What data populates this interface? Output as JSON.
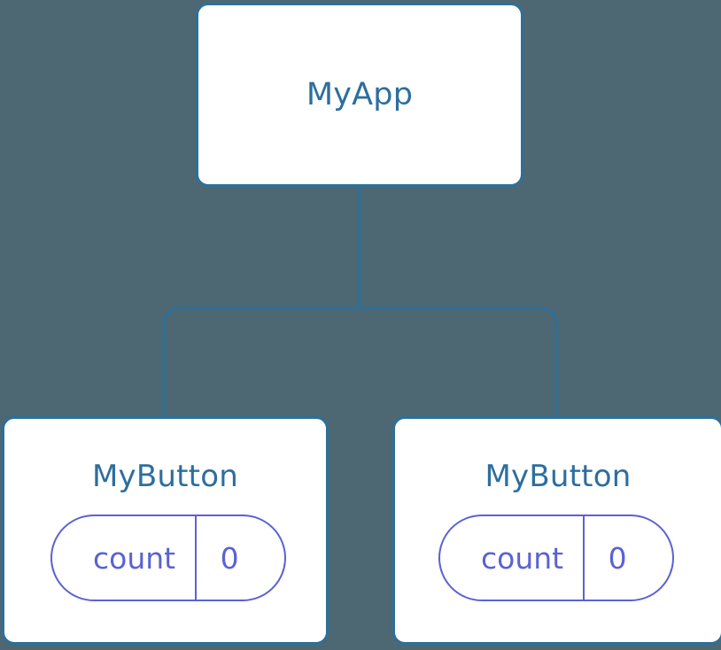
{
  "diagram": {
    "type": "component-tree",
    "background_color": "#4d6773",
    "node_border_color": "#2d7098",
    "node_fill_color": "#ffffff",
    "node_title_color": "#2d6e9e",
    "state_pill_color": "#5b62d1",
    "connector_color": "#2d7098"
  },
  "root": {
    "title": "MyApp"
  },
  "children": [
    {
      "title": "MyButton",
      "state": {
        "key": "count",
        "value": "0"
      }
    },
    {
      "title": "MyButton",
      "state": {
        "key": "count",
        "value": "0"
      }
    }
  ]
}
